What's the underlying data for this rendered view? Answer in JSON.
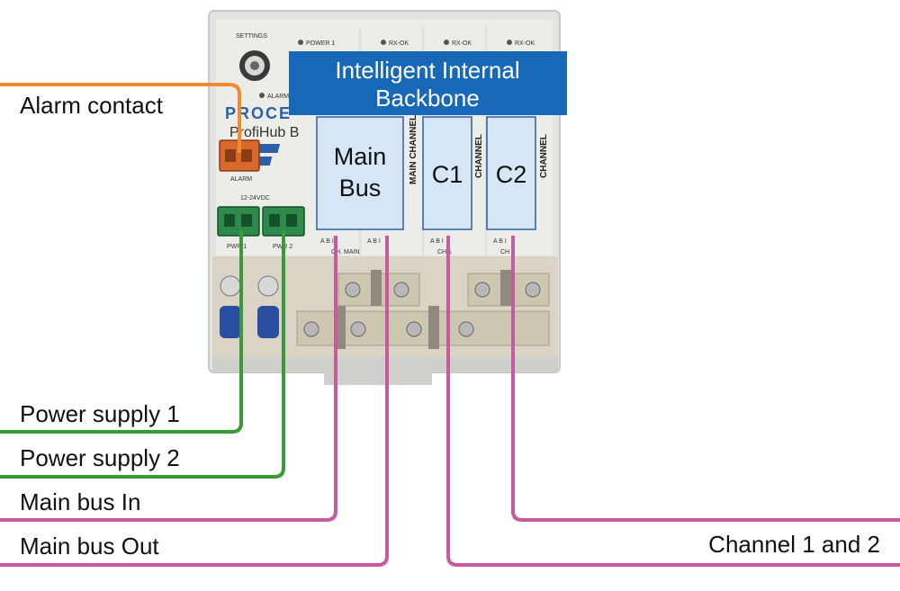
{
  "backbone": {
    "line1": "Intelligent Internal",
    "line2": "Backbone"
  },
  "modules": {
    "main": {
      "line1": "Main",
      "line2": "Bus"
    },
    "c1": "C1",
    "c2": "C2"
  },
  "vertical_labels": [
    "MAIN CHANNEL",
    "CHANNEL",
    "CHANNEL"
  ],
  "device_text": {
    "settings": "SETTINGS",
    "power1": "POWER 1",
    "rxok": "RX-OK",
    "alarm_led": "ALARM",
    "brand": "PROCE",
    "model": "ProfiHub B",
    "alarm_conn": "ALARM",
    "voltage": "12-24VDC",
    "pwr1": "PWR 1",
    "pwr2": "PWR 2",
    "ch_main": "CH. MAIN",
    "ch1": "CH 1",
    "ch2": "CH 2",
    "abi": "A B I"
  },
  "labels": {
    "alarm_contact": "Alarm contact",
    "power_supply_1": "Power supply 1",
    "power_supply_2": "Power supply 2",
    "main_bus_in": "Main bus In",
    "main_bus_out": "Main bus Out",
    "channel_1_and_2": "Channel 1 and 2"
  },
  "colors": {
    "alarm_wire": "#f28a2e",
    "power_wire": "#3a9a3a",
    "bus_wire": "#c85a9e",
    "backbone_fill": "#1769b8",
    "module_fill": "#d6e6f7",
    "connector_green": "#2e8a4a",
    "connector_orange": "#d9692a"
  }
}
